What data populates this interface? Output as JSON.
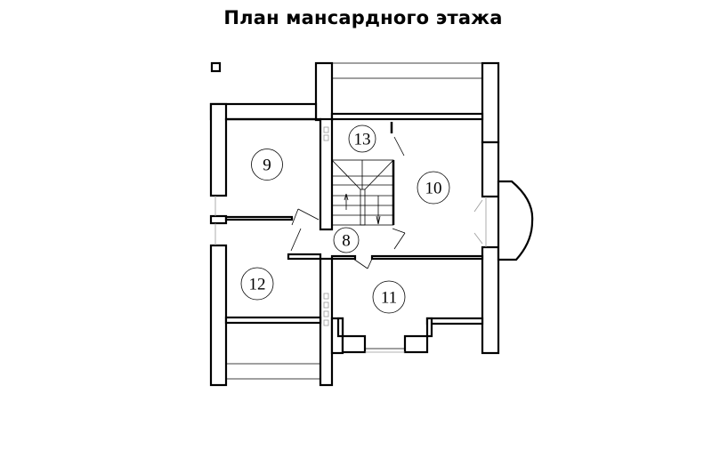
{
  "title": "План мансардного этажа",
  "rooms": [
    {
      "id": "9"
    },
    {
      "id": "13"
    },
    {
      "id": "10"
    },
    {
      "id": "8"
    },
    {
      "id": "12"
    },
    {
      "id": "11"
    }
  ]
}
